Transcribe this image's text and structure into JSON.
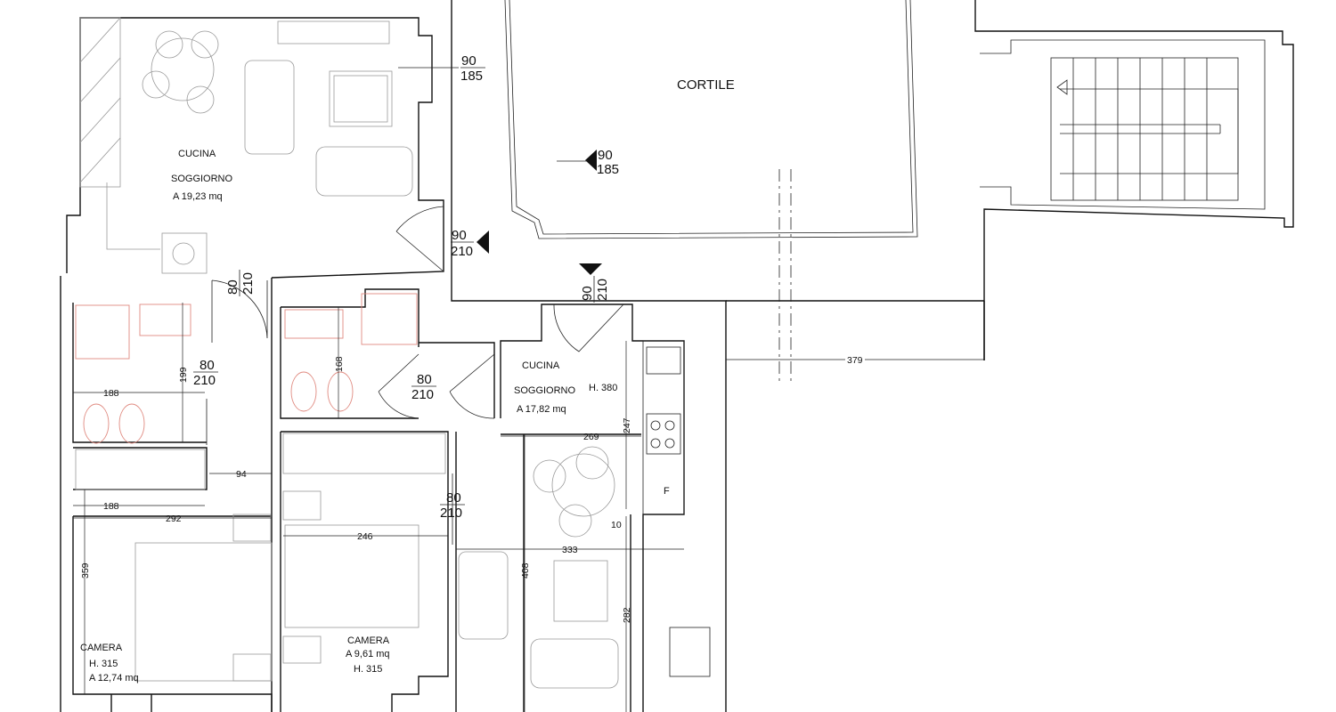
{
  "rooms": {
    "living_top": {
      "name1": "CUCINA",
      "name2": "SOGGIORNO",
      "area": "A 19,23 mq"
    },
    "cortile": {
      "name": "CORTILE"
    },
    "living_right": {
      "name1": "CUCINA",
      "name2": "SOGGIORNO",
      "height": "H. 380",
      "area": "A 17,82 mq"
    },
    "camera_left": {
      "name": "CAMERA",
      "height": "H. 315",
      "area": "A 12,74 mq"
    },
    "camera_mid": {
      "name": "CAMERA",
      "area": "A 9,61 mq",
      "height": "H. 315"
    }
  },
  "openings": [
    {
      "w": "90",
      "h": "185"
    },
    {
      "w": "90",
      "h": "185"
    },
    {
      "w": "90",
      "h": "210"
    },
    {
      "w": "80",
      "h": "210"
    },
    {
      "w": "90",
      "h": "210"
    },
    {
      "w": "80",
      "h": "210"
    },
    {
      "w": "80",
      "h": "210"
    },
    {
      "w": "80",
      "h": "210"
    }
  ],
  "dimensions": {
    "d199": "199",
    "d188a": "188",
    "d168": "168",
    "d269": "269",
    "d247": "247",
    "d94": "94",
    "d188b": "188",
    "d292": "292",
    "d246": "246",
    "d10": "10",
    "d333": "333",
    "d408": "408",
    "d359": "359",
    "d282": "282",
    "d379": "379"
  },
  "appliances": {
    "fridge": "F"
  }
}
